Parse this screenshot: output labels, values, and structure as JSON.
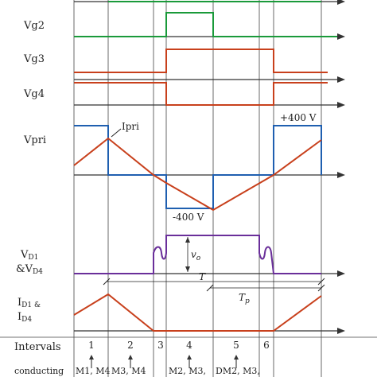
{
  "labels": {
    "vg2": "Vg2",
    "vg3": "Vg3",
    "vg4": "Vg4",
    "vpri": "Vpri",
    "ipri": "Ipri",
    "vd1_main": "V",
    "vd1_sub": "D1",
    "vd4_main": "&V",
    "vd4_sub": "D4",
    "id1_main": "I",
    "id1_sub": "D1 &",
    "id4_main": "I",
    "id4_sub": "D4",
    "intervals": "Intervals",
    "conducting": "conducting"
  },
  "annotations": {
    "plus400": "+400 V",
    "minus400": "-400 V",
    "vo_v": "v",
    "vo_sub": "o",
    "period_T": "T",
    "tp_T": "T",
    "tp_sub": "p"
  },
  "intervals": [
    "1",
    "2",
    "3",
    "4",
    "5",
    "6"
  ],
  "conducting": [
    "M1, M4",
    "M3, M4",
    "M2, M3,",
    "DM2, M3,"
  ],
  "colors": {
    "green": "#1a9a3a",
    "red": "#c8401c",
    "blue": "#1f5fb0",
    "purple": "#6a2f9a",
    "axis": "#333333",
    "grid": "#444444"
  }
}
